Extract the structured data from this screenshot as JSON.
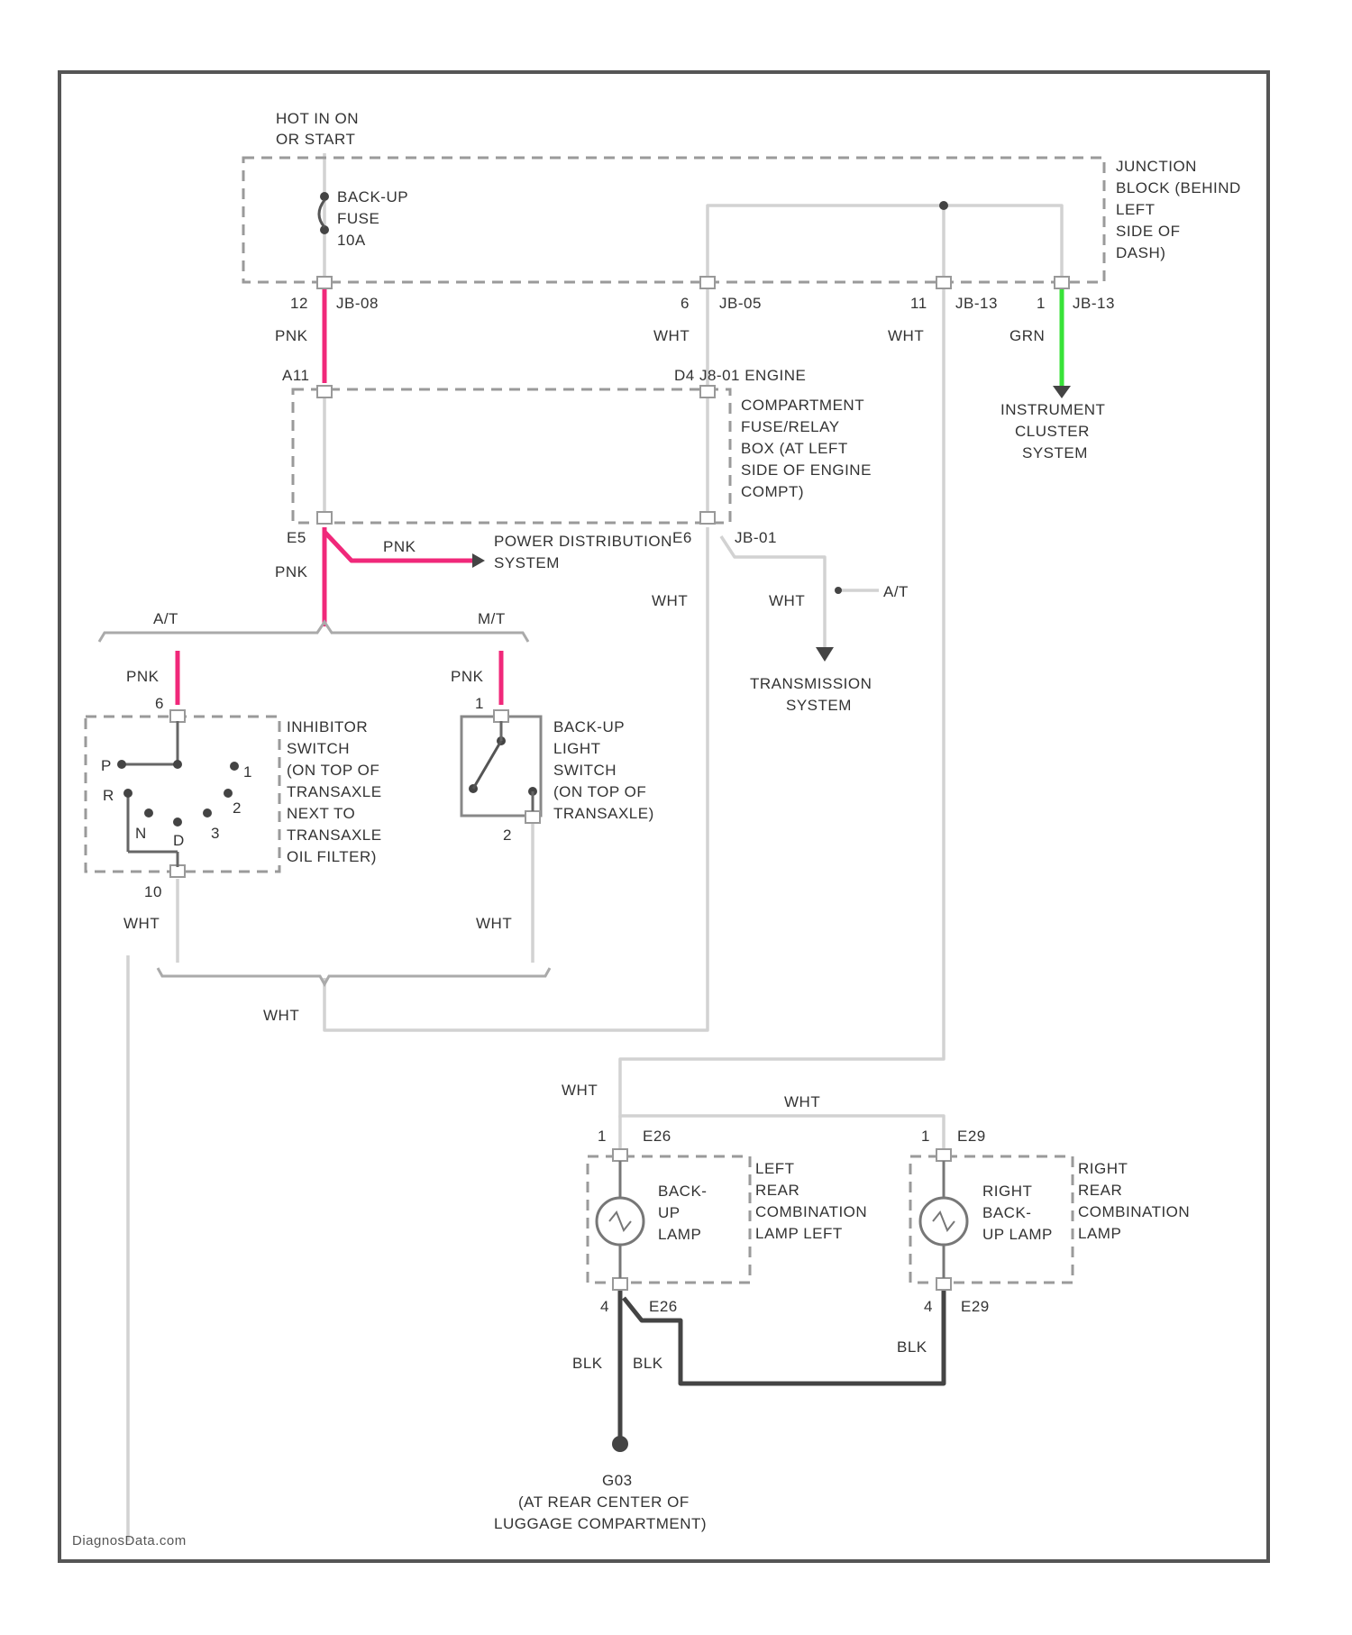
{
  "header": {
    "power_source": [
      "HOT IN ON",
      "OR START"
    ],
    "fuse": [
      "BACK-UP",
      "FUSE",
      "10A"
    ]
  },
  "junction_block": {
    "label": [
      "JUNCTION",
      "BLOCK (BEHIND",
      "LEFT",
      "SIDE OF",
      "DASH)"
    ],
    "pins": [
      {
        "pin": "12",
        "conn": "JB-08"
      },
      {
        "pin": "6",
        "conn": "JB-05"
      },
      {
        "pin": "11",
        "conn": "JB-13"
      },
      {
        "pin": "1",
        "conn": "JB-13"
      }
    ]
  },
  "engine_block": {
    "label": [
      "COMPARTMENT",
      "FUSE/RELAY",
      "BOX (AT LEFT",
      "SIDE OF ENGINE",
      "COMPT)"
    ],
    "top_left_pin": "A11",
    "top_right": "D4 J8-01 ENGINE",
    "bottom_left_pin": "E5",
    "bottom_right_pin": "E6",
    "bottom_right_conn": "JB-01"
  },
  "wire_colors": {
    "pnk": "PNK",
    "wht": "WHT",
    "grn": "GRN",
    "blk": "BLK"
  },
  "destinations": {
    "instrument": [
      "INSTRUMENT",
      "CLUSTER",
      "SYSTEM"
    ],
    "power_dist": [
      "POWER DISTRIBUTION",
      "SYSTEM"
    ],
    "transmission": [
      "TRANSMISSION",
      "SYSTEM"
    ],
    "at_note": "A/T"
  },
  "variants": {
    "at": "A/T",
    "mt": "M/T"
  },
  "inhibitor_switch": {
    "label": [
      "INHIBITOR",
      "SWITCH",
      "(ON TOP OF",
      "TRANSAXLE",
      "NEXT TO",
      "TRANSAXLE",
      "OIL FILTER)"
    ],
    "pin_in": "6",
    "pin_out": "10",
    "positions": [
      "P",
      "R",
      "N",
      "D",
      "3",
      "2",
      "1"
    ]
  },
  "backup_switch": {
    "label": [
      "BACK-UP",
      "LIGHT",
      "SWITCH",
      "(ON TOP OF",
      "TRANSAXLE)"
    ],
    "pin_in": "1",
    "pin_out": "2"
  },
  "left_lamp": {
    "inner": [
      "BACK-",
      "UP",
      "LAMP"
    ],
    "label": [
      "LEFT",
      "REAR",
      "COMBINATION",
      "LAMP LEFT"
    ],
    "pin_top": "1",
    "conn_top": "E26",
    "pin_bot": "4",
    "conn_bot": "E26"
  },
  "right_lamp": {
    "inner": [
      "RIGHT",
      "BACK-",
      "UP LAMP"
    ],
    "label": [
      "RIGHT",
      "REAR",
      "COMBINATION",
      "LAMP"
    ],
    "pin_top": "1",
    "conn_top": "E29",
    "pin_bot": "4",
    "conn_bot": "E29"
  },
  "ground": {
    "id": "G03",
    "label": [
      "(AT REAR CENTER OF",
      "LUGGAGE COMPARTMENT)"
    ]
  },
  "watermark": "DiagnosData.com"
}
